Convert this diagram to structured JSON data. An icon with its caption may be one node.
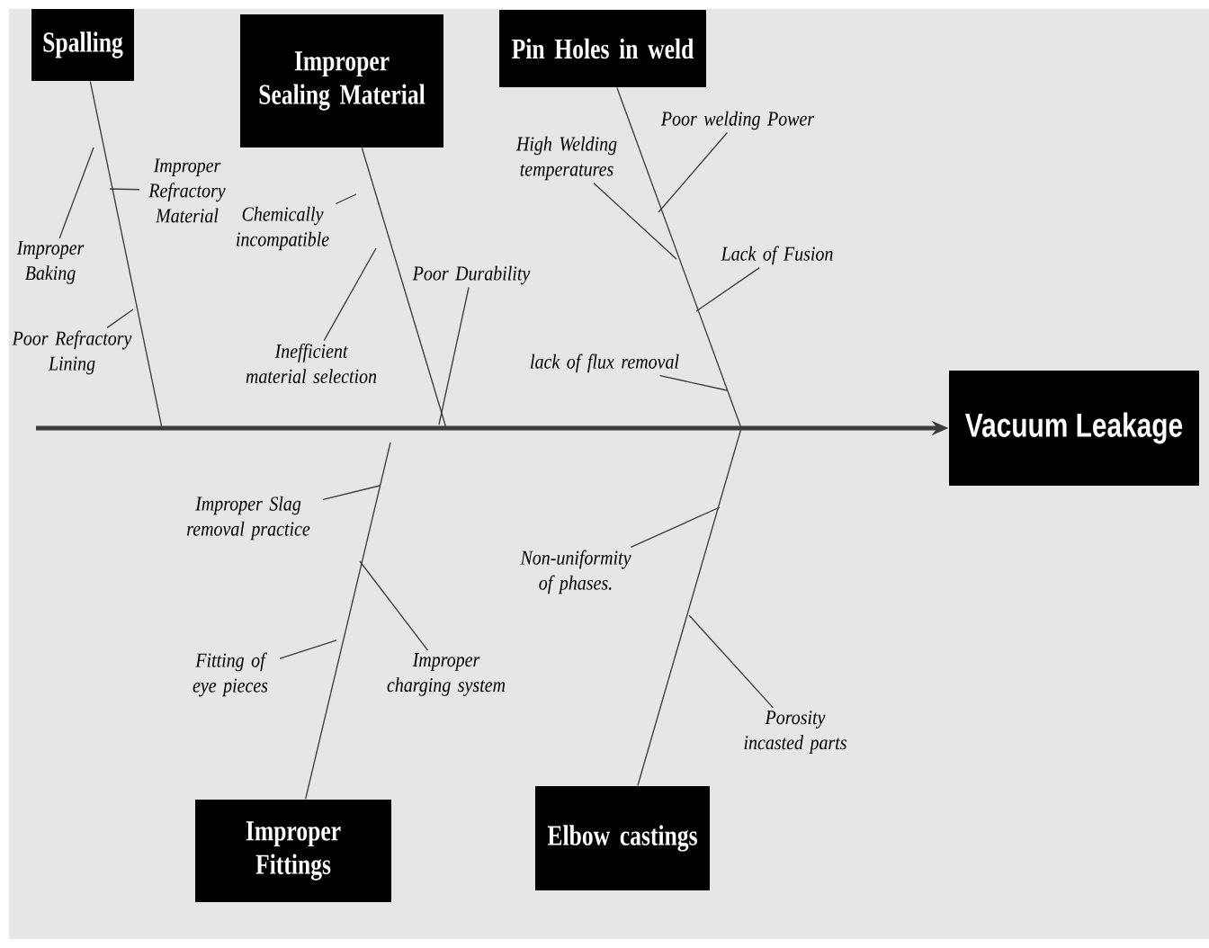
{
  "diagram": {
    "nodes": [
      {
        "text": [
          "Spalling"
        ]
      },
      {
        "text": [
          "Improper Refractory Material"
        ]
      },
      {
        "text": [
          "Improper Baking"
        ]
      },
      {
        "text": [
          "Poor Refractory Lining"
        ]
      },
      {
        "text": [
          "Improper Sealing Material"
        ]
      },
      {
        "text": [
          "Chemically incompatible"
        ]
      },
      {
        "text": [
          "Inefficient material selection"
        ]
      },
      {
        "text": [
          "Poor Durability"
        ]
      },
      {
        "text": [
          "Pin Holes in weld"
        ]
      },
      {
        "text": [
          "Poor welding Power"
        ]
      },
      {
        "text": [
          "High Welding temperatures"
        ]
      },
      {
        "text": [
          "Lack of Fusion"
        ]
      },
      {
        "text": [
          "lack of flux removal"
        ]
      },
      {
        "text": [
          "Vacuum Leakage"
        ]
      },
      {
        "text": [
          "Improper Slag removal practice"
        ]
      },
      {
        "text": [
          "Non-uniformity of phases."
        ]
      },
      {
        "text": [
          "Fitting of eye pieces"
        ]
      },
      {
        "text": [
          "Improper charging system"
        ]
      },
      {
        "text": [
          "Porosity incasted parts"
        ]
      },
      {
        "text": [
          "Improper Fittings"
        ]
      },
      {
        "text": [
          "Elbow castings"
        ]
      }
    ],
    "edges": [
      {
        "from": null,
        "to": 13,
        "arrow": "to",
        "style": "thick"
      },
      {
        "from": 0,
        "to": null,
        "arrow": "none"
      },
      {
        "from": 4,
        "to": null,
        "arrow": "none"
      },
      {
        "from": 8,
        "to": null,
        "arrow": "none"
      },
      {
        "from": 19,
        "to": null,
        "arrow": "none"
      },
      {
        "from": 20,
        "to": null,
        "arrow": "none"
      },
      {
        "from": 1,
        "to": null,
        "arrow": "none"
      },
      {
        "from": 2,
        "to": null,
        "arrow": "none"
      },
      {
        "from": 3,
        "to": null,
        "arrow": "none"
      },
      {
        "from": 5,
        "to": null,
        "arrow": "none"
      },
      {
        "from": 6,
        "to": null,
        "arrow": "none"
      },
      {
        "from": 7,
        "to": null,
        "arrow": "none"
      },
      {
        "from": 9,
        "to": null,
        "arrow": "none"
      },
      {
        "from": 10,
        "to": null,
        "arrow": "none"
      },
      {
        "from": 11,
        "to": null,
        "arrow": "none"
      },
      {
        "from": 12,
        "to": null,
        "arrow": "none"
      },
      {
        "from": 14,
        "to": null,
        "arrow": "none"
      },
      {
        "from": 15,
        "to": null,
        "arrow": "none"
      },
      {
        "from": 16,
        "to": null,
        "arrow": "none"
      },
      {
        "from": 17,
        "to": null,
        "arrow": "none"
      },
      {
        "from": 18,
        "to": null,
        "arrow": "none"
      }
    ]
  }
}
